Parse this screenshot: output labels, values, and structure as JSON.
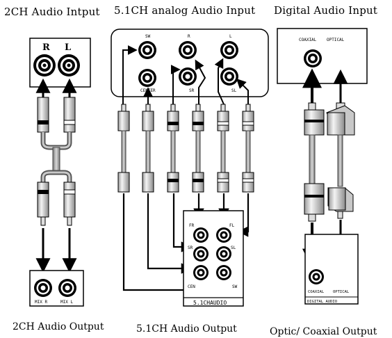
{
  "sections": {
    "stereo": {
      "header": "2CH Audio Intput",
      "footer": "2CH Audio Output",
      "input_labels": [
        "R",
        "L"
      ],
      "output_labels": [
        "MIX R",
        "MIX L"
      ]
    },
    "analog51": {
      "header": "5.1CH analog Audio Input",
      "footer": "5.1CH Audio Output",
      "input_top_labels": [
        "SW",
        "R",
        "L"
      ],
      "input_bottom_labels": [
        "CENTER",
        "SR",
        "SL"
      ],
      "output_labels": [
        "FR",
        "FL",
        "SR",
        "SL",
        "CEN",
        "SW"
      ],
      "output_box_label": "5.1CHAUDIO"
    },
    "digital": {
      "header": "Digital  Audio Input",
      "footer": "Optic/ Coaxial Output",
      "input_labels": [
        "COAXIAL",
        "OPTICAL"
      ],
      "output_labels": [
        "COAXIAL",
        "OPTICAL"
      ],
      "output_box_label": "DIGITAL AUDIO"
    }
  }
}
